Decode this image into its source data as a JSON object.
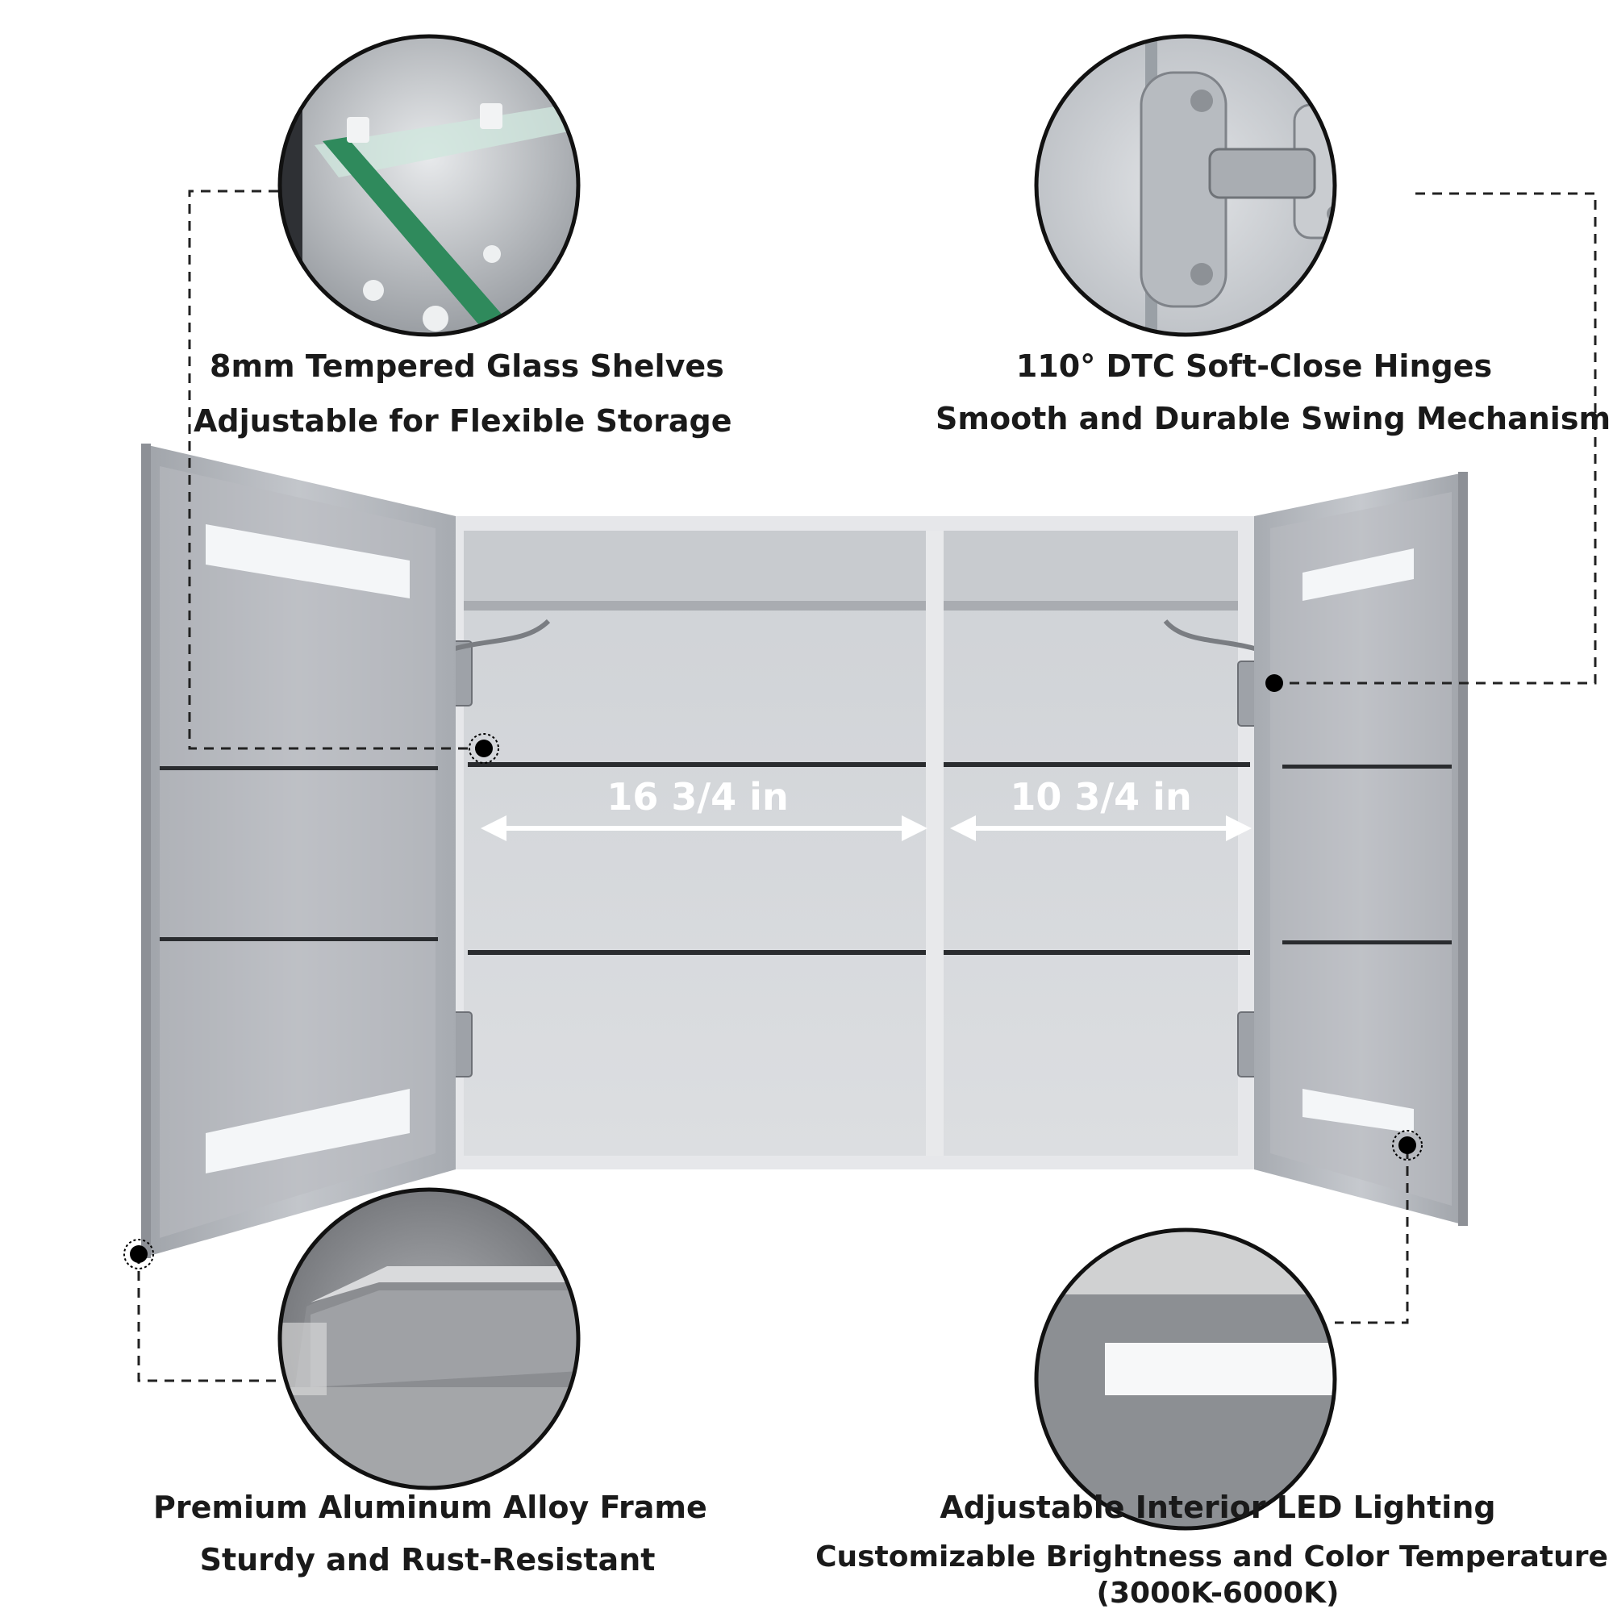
{
  "features": {
    "top_left": {
      "line1": "8mm Tempered Glass Shelves",
      "line2": "Adjustable for Flexible Storage",
      "icon": "glass-shelf-closeup"
    },
    "top_right": {
      "line1": "110° DTC Soft-Close Hinges",
      "line2": "Smooth and Durable Swing Mechanism",
      "icon": "hinge-closeup"
    },
    "bottom_left": {
      "line1": "Premium Aluminum Alloy Frame",
      "line2": "Sturdy and Rust-Resistant",
      "icon": "aluminum-frame-closeup"
    },
    "bottom_right": {
      "line1": "Adjustable Interior LED Lighting",
      "line2": "Customizable Brightness and Color Temperature",
      "line3": "(3000K-6000K)",
      "icon": "led-strip-closeup"
    }
  },
  "dimensions": {
    "left_width": "16 3/4 in",
    "right_width": "10 3/4 in"
  },
  "colors": {
    "frame": "#b8bcc2",
    "interior": "#d3d5d9",
    "led": "#f4f6f8",
    "leader": "#222222"
  }
}
